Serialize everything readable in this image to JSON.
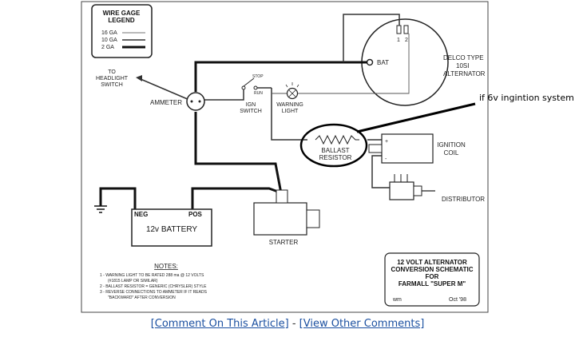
{
  "legend": {
    "title_line1": "WIRE GAGE",
    "title_line2": "LEGEND",
    "items": [
      {
        "label": "16 GA"
      },
      {
        "label": "10 GA"
      },
      {
        "label": "2 GA"
      }
    ]
  },
  "labels": {
    "to_headlight_1": "TO",
    "to_headlight_2": "HEADLIGHT",
    "to_headlight_3": "SWITCH",
    "ammeter": "AMMETER",
    "ign_switch_1": "IGN",
    "ign_switch_2": "SWITCH",
    "stop": "STOP",
    "run": "RUN",
    "warning_light_1": "WARNING",
    "warning_light_2": "LIGHT",
    "bat": "BAT",
    "term_1": "1",
    "term_2": "2",
    "alternator_1": "DELCO TYPE",
    "alternator_2": "10SI",
    "alternator_3": "ALTERNATOR",
    "ballast_1": "BALLAST",
    "ballast_2": "RESISTOR",
    "coil_plus": "+",
    "coil_minus": "-",
    "ignition_coil_1": "IGNITION",
    "ignition_coil_2": "COIL",
    "distributor": "DISTRIBUTOR",
    "neg": "NEG",
    "pos": "POS",
    "battery": "12v BATTERY",
    "starter": "STARTER"
  },
  "annotation": "if 6v ingintion system",
  "notes": {
    "title": "NOTES:",
    "lines": [
      "1 - WARNING LIGHT TO BE RATED 288 ma @ 12 VOLTS",
      "(#1815 LAMP OR SIMILAR)",
      "2 - BALLAST RESISTOR = GENERIC (CHRYSLER) STYLE",
      "3 - REVERSE CONNECTIONS TO AMMETER IF IT READS",
      "\"BACKWARD\" AFTER CONVERSION"
    ]
  },
  "title_block": {
    "line1": "12 VOLT ALTERNATOR",
    "line2": "CONVERSION SCHEMATIC",
    "line3": "FOR",
    "line4": "FARMALL \"SUPER M\"",
    "author": "wm",
    "date": "Oct '98"
  },
  "footer": {
    "comment_link": "[Comment On This Article]",
    "separator": "-",
    "view_link": "[View Other Comments]"
  }
}
